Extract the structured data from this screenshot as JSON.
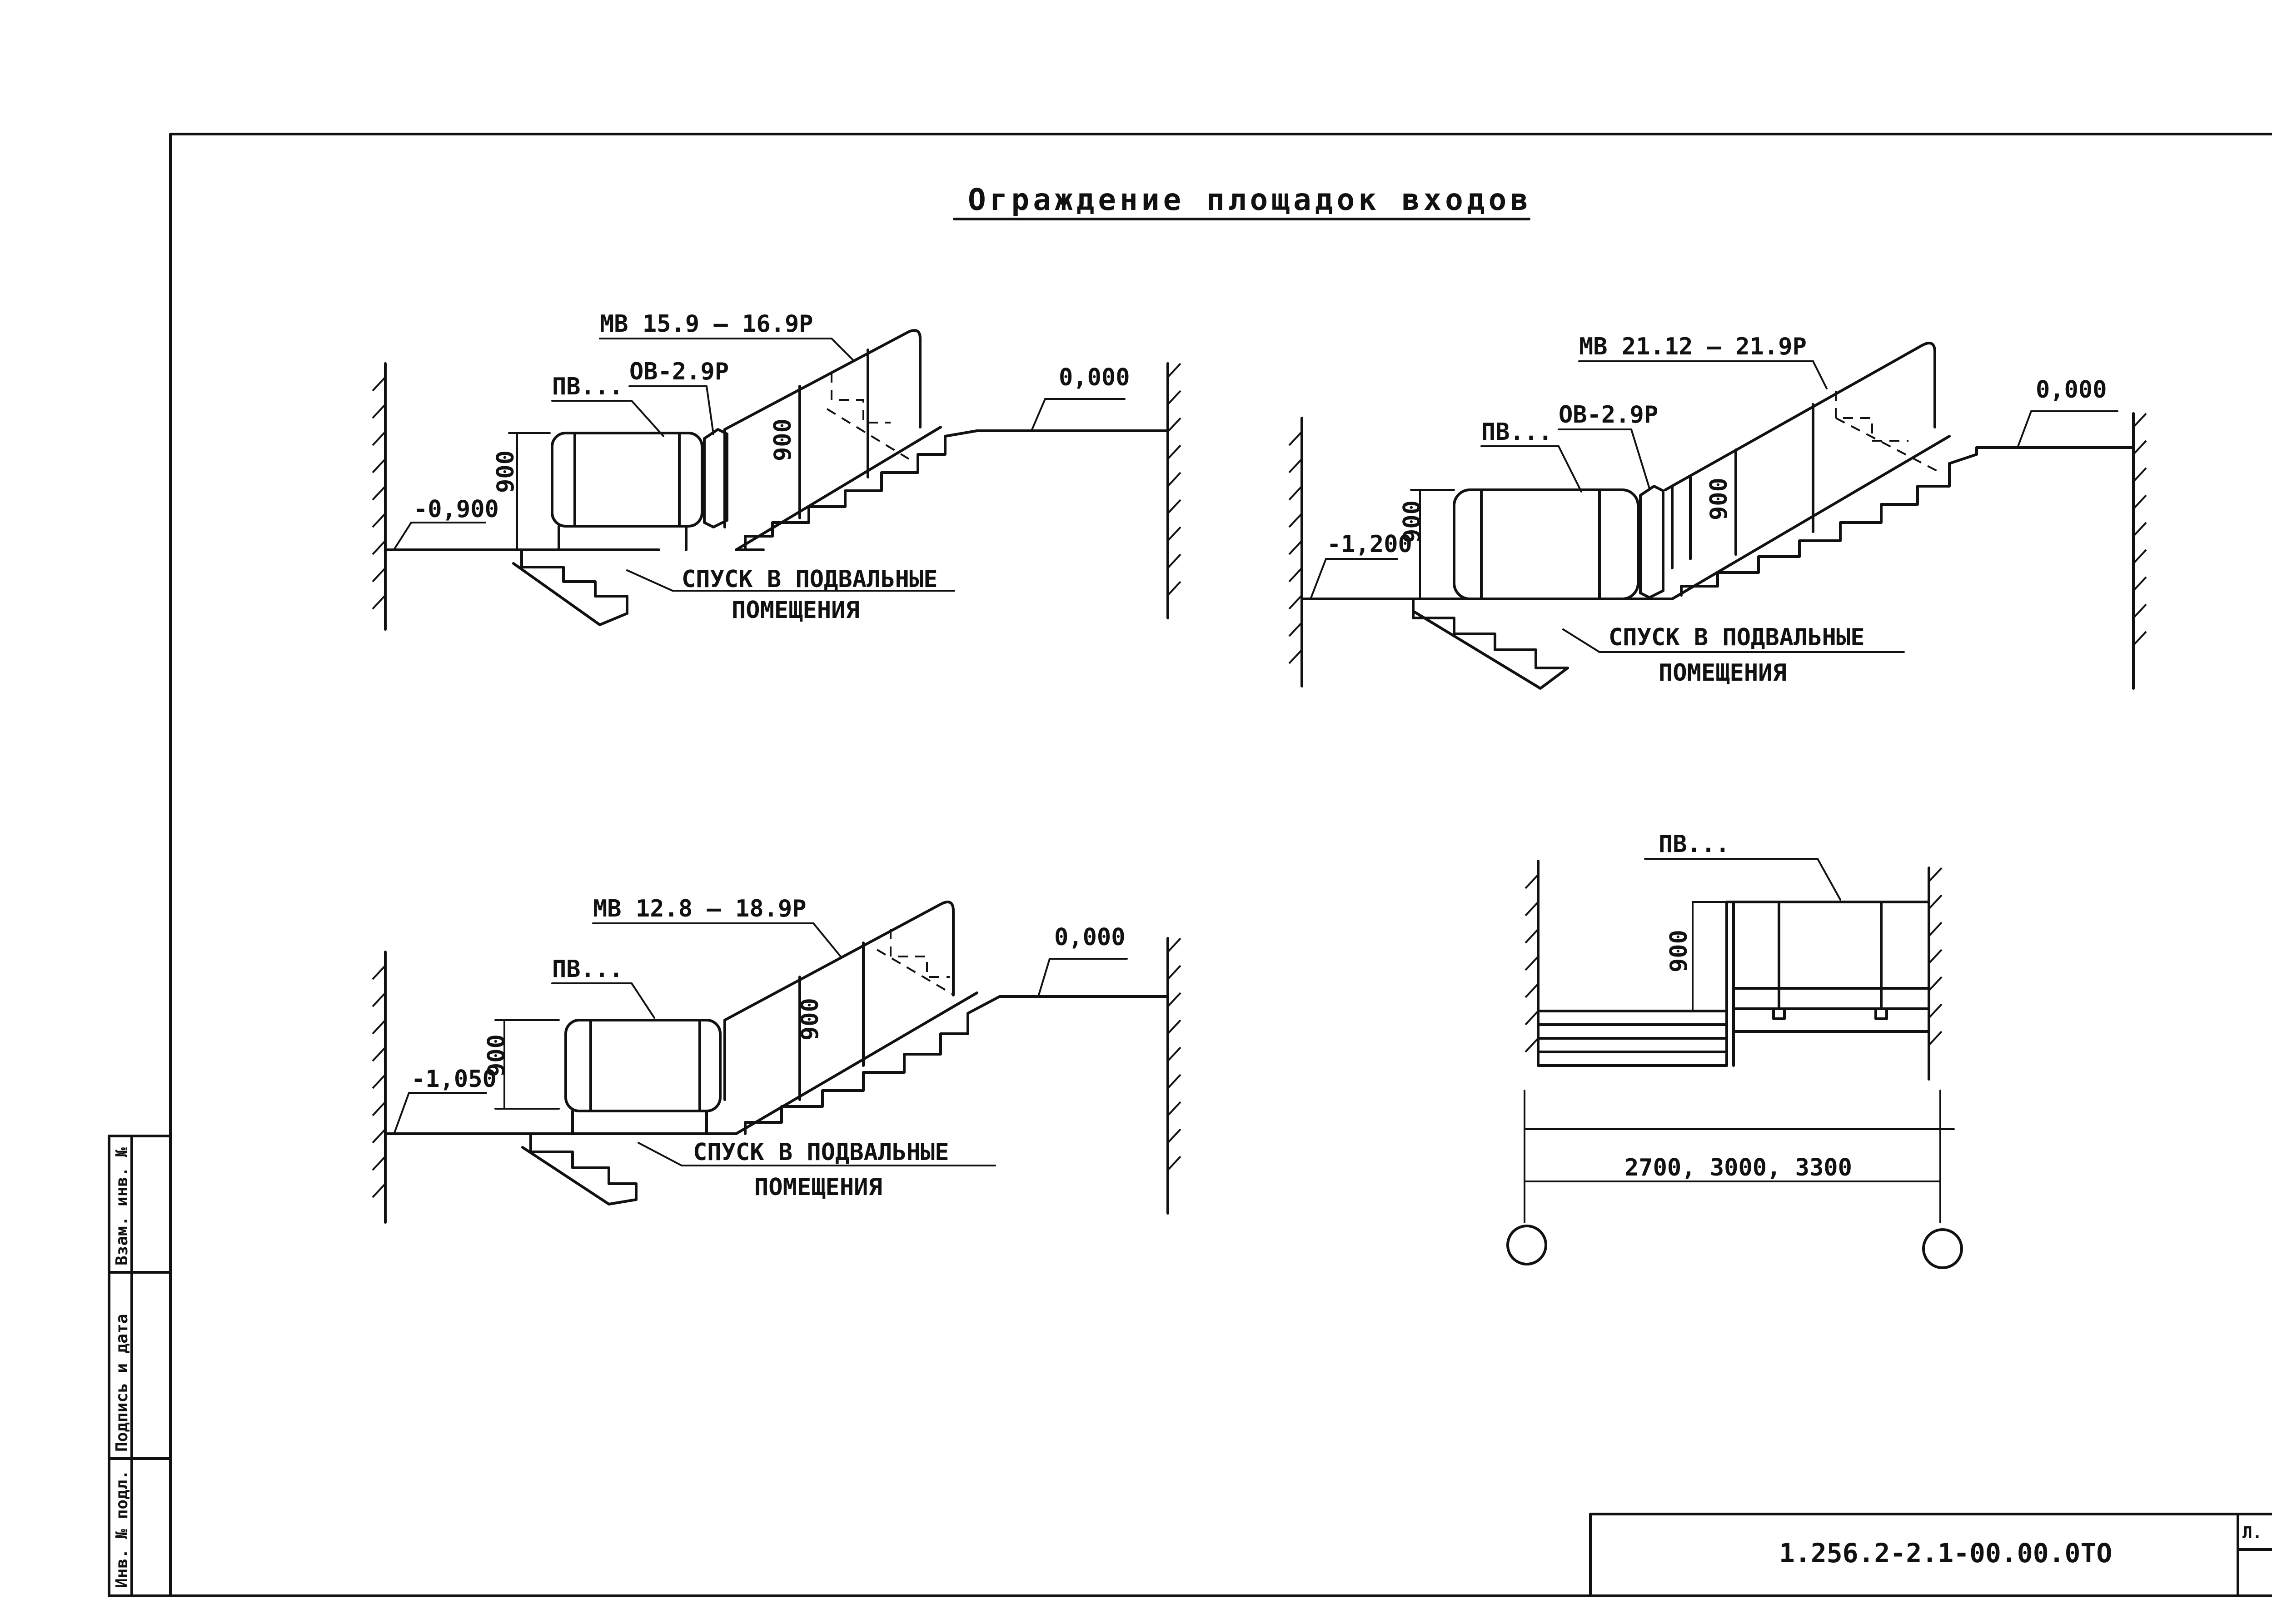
{
  "title": "Ограждение площадок входов",
  "views": {
    "a": {
      "rail": "МВ 15.9 – 16.9Р",
      "panel": "ПВ...",
      "corner": "ОВ-2.9Р",
      "top_level": "0,000",
      "bottom_level": "-0,900",
      "h1": "900",
      "h2": "900",
      "descent1": "СПУСК В ПОДВАЛЬНЫЕ",
      "descent2": "ПОМЕЩЕНИЯ"
    },
    "b": {
      "rail": "МВ 21.12 – 21.9Р",
      "panel": "ПВ...",
      "corner": "ОВ-2.9Р",
      "top_level": "0,000",
      "bottom_level": "-1,200",
      "h1": "900",
      "h2": "900",
      "descent1": "СПУСК В ПОДВАЛЬНЫЕ",
      "descent2": "ПОМЕЩЕНИЯ"
    },
    "c": {
      "rail": "МВ 12.8 – 18.9Р",
      "panel": "ПВ...",
      "top_level": "0,000",
      "bottom_level": "-1,050",
      "h1": "900",
      "h2": "900",
      "descent1": "СПУСК В ПОДВАЛЬНЫЕ",
      "descent2": "ПОМЕЩЕНИЯ"
    },
    "d": {
      "panel": "ПВ...",
      "h": "900",
      "span": "2700, 3000, 3300"
    }
  },
  "stamp": {
    "inv_orig": "Инв. № подл.",
    "sign_date": "Подпись и дата",
    "inv_repl": "Взам. инв. №",
    "doc_code": "1.256.2-2.1-00.00.0ТО",
    "sheet_label": "Л."
  }
}
